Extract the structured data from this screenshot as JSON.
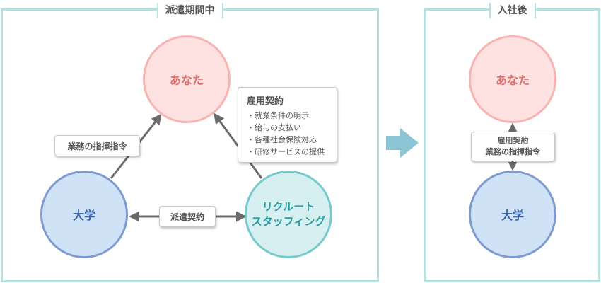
{
  "dispatch_panel": {
    "title": "派遣期間中",
    "you": "あなた",
    "university": "大学",
    "recruit": "リクルート\nスタッフィング",
    "command_label": "業務の指揮指令",
    "dispatch_contract_label": "派遣契約",
    "employment": {
      "title": "雇用契約",
      "items": [
        "就業条件の明示",
        "給与の支払い",
        "各種社会保険対応",
        "研修サービスの提供"
      ]
    }
  },
  "after_panel": {
    "title": "入社後",
    "you": "あなた",
    "university": "大学",
    "label_line1": "雇用契約",
    "label_line2": "業務の指揮指令"
  },
  "colors": {
    "panel_border": "#b7e0e1",
    "transition_arrow": "#8dc5d4",
    "you_fill": "#fde2e1",
    "university_fill": "#d0e3f6",
    "recruit_fill": "#d6eff0",
    "connector": "#6b6b6b"
  },
  "icons": {
    "transition": "right-arrow-icon"
  }
}
